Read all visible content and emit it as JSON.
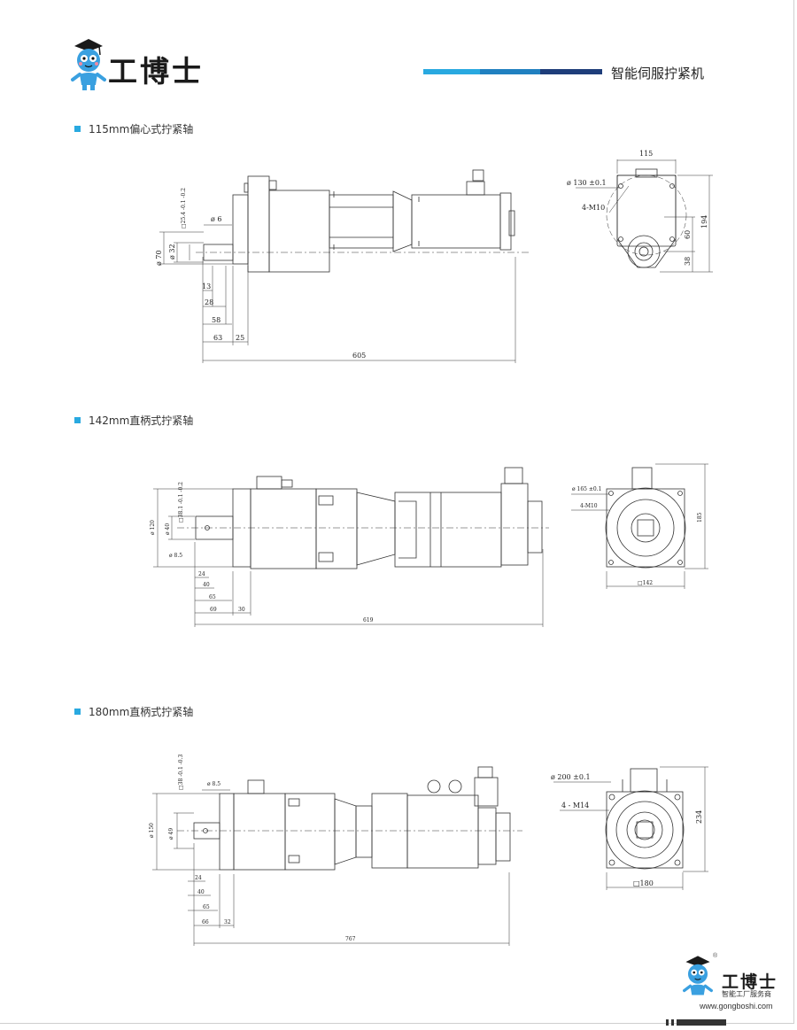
{
  "header": {
    "brand": "工博士",
    "title": "智能伺服拧紧机",
    "bar_colors": [
      "#29a9e0",
      "#2080c0",
      "#1e3d7a"
    ]
  },
  "sections": [
    {
      "heading": "115mm偏心式拧紧轴",
      "dims": {
        "d6": "ø 6",
        "d70": "ø 70",
        "d32": "ø 32",
        "tol": "□25.4 -0.1 -0.2",
        "l13": "13",
        "l28": "28",
        "l58": "58",
        "l63": "63",
        "l25": "25",
        "l605": "605",
        "w115": "115",
        "pcd": "ø 130 ±0.1",
        "holes": "4-M10",
        "h194": "194",
        "h60": "60",
        "h38": "38"
      }
    },
    {
      "heading": "142mm直柄式拧紧轴",
      "dims": {
        "d120": "ø 120",
        "d40": "ø 40",
        "d85": "ø 8.5",
        "tol": "□38.1 -0.1 -0.2",
        "l24": "24",
        "l40": "40",
        "l65": "65",
        "l69": "69",
        "l30": "30",
        "l619": "619",
        "pcd": "ø 165 ±0.1",
        "holes": "4-M10",
        "h185": "185",
        "w142": "□142"
      }
    },
    {
      "heading": "180mm直柄式拧紧轴",
      "dims": {
        "d150": "ø 150",
        "d49": "ø 49",
        "d85": "ø 8.5",
        "tol": "□38 -0.1 -0.3",
        "l24": "24",
        "l40": "40",
        "l65": "65",
        "l66": "66",
        "l32": "32",
        "l767": "767",
        "pcd": "ø 200 ±0.1",
        "holes": "4 - M14",
        "h234": "234",
        "w180": "□180"
      }
    }
  ],
  "footer": {
    "brand": "工博士",
    "sub": "智能工厂服务商",
    "url": "www.gongboshi.com",
    "reg": "®"
  },
  "colors": {
    "accent": "#29a9e0",
    "line": "#333333"
  }
}
